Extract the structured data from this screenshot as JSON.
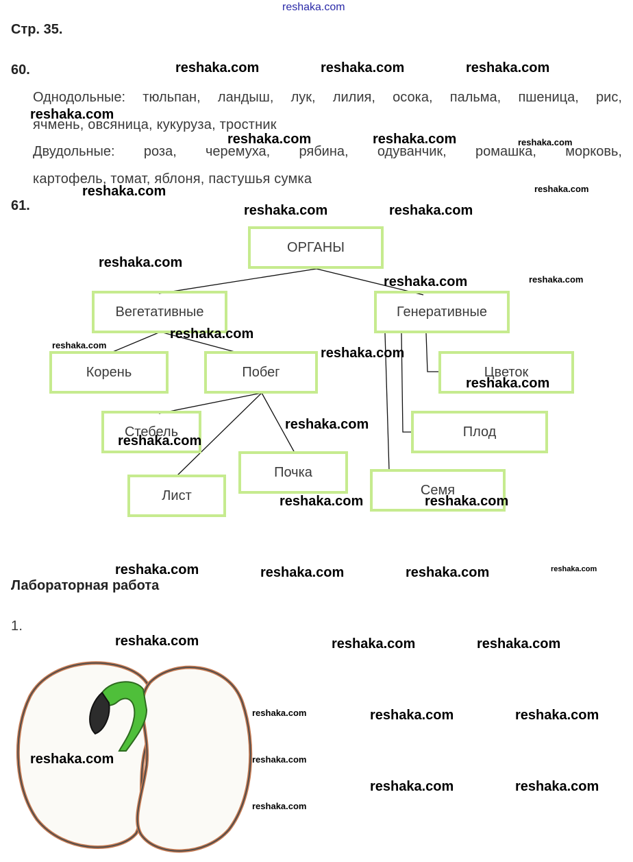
{
  "site": "reshaka.com",
  "page_ref": "Стр. 35.",
  "task60": {
    "number": "60.",
    "line1_label": "Однодольные:",
    "line1_words": [
      "тюльпан,",
      "ландыш,",
      "лук,",
      "лилия,",
      "осока,",
      "пальма,",
      "пшеница,",
      "рис,"
    ],
    "line2": "ячмень, овсяница, кукуруза, тростник",
    "line3_label": "Двудольные:",
    "line3_words": [
      "роза,",
      "черемуха,",
      "рябина,",
      "одуванчик,",
      "ромашка,",
      "морковь,"
    ],
    "line4": "картофель, томат, яблоня, пастушья сумка"
  },
  "task61": {
    "number": "61.",
    "root": "ОРГАНЫ",
    "vegetative": "Вегетативные",
    "generative": "Генеративные",
    "root_organ": "Корень",
    "shoot": "Побег",
    "stem": "Стебель",
    "leaf": "Лист",
    "bud": "Почка",
    "flower": "Цветок",
    "fruit": "Плод",
    "seed": "Семя"
  },
  "lab": {
    "title": "Лабораторная работа",
    "item": "1."
  },
  "watermark": "reshaka.com"
}
